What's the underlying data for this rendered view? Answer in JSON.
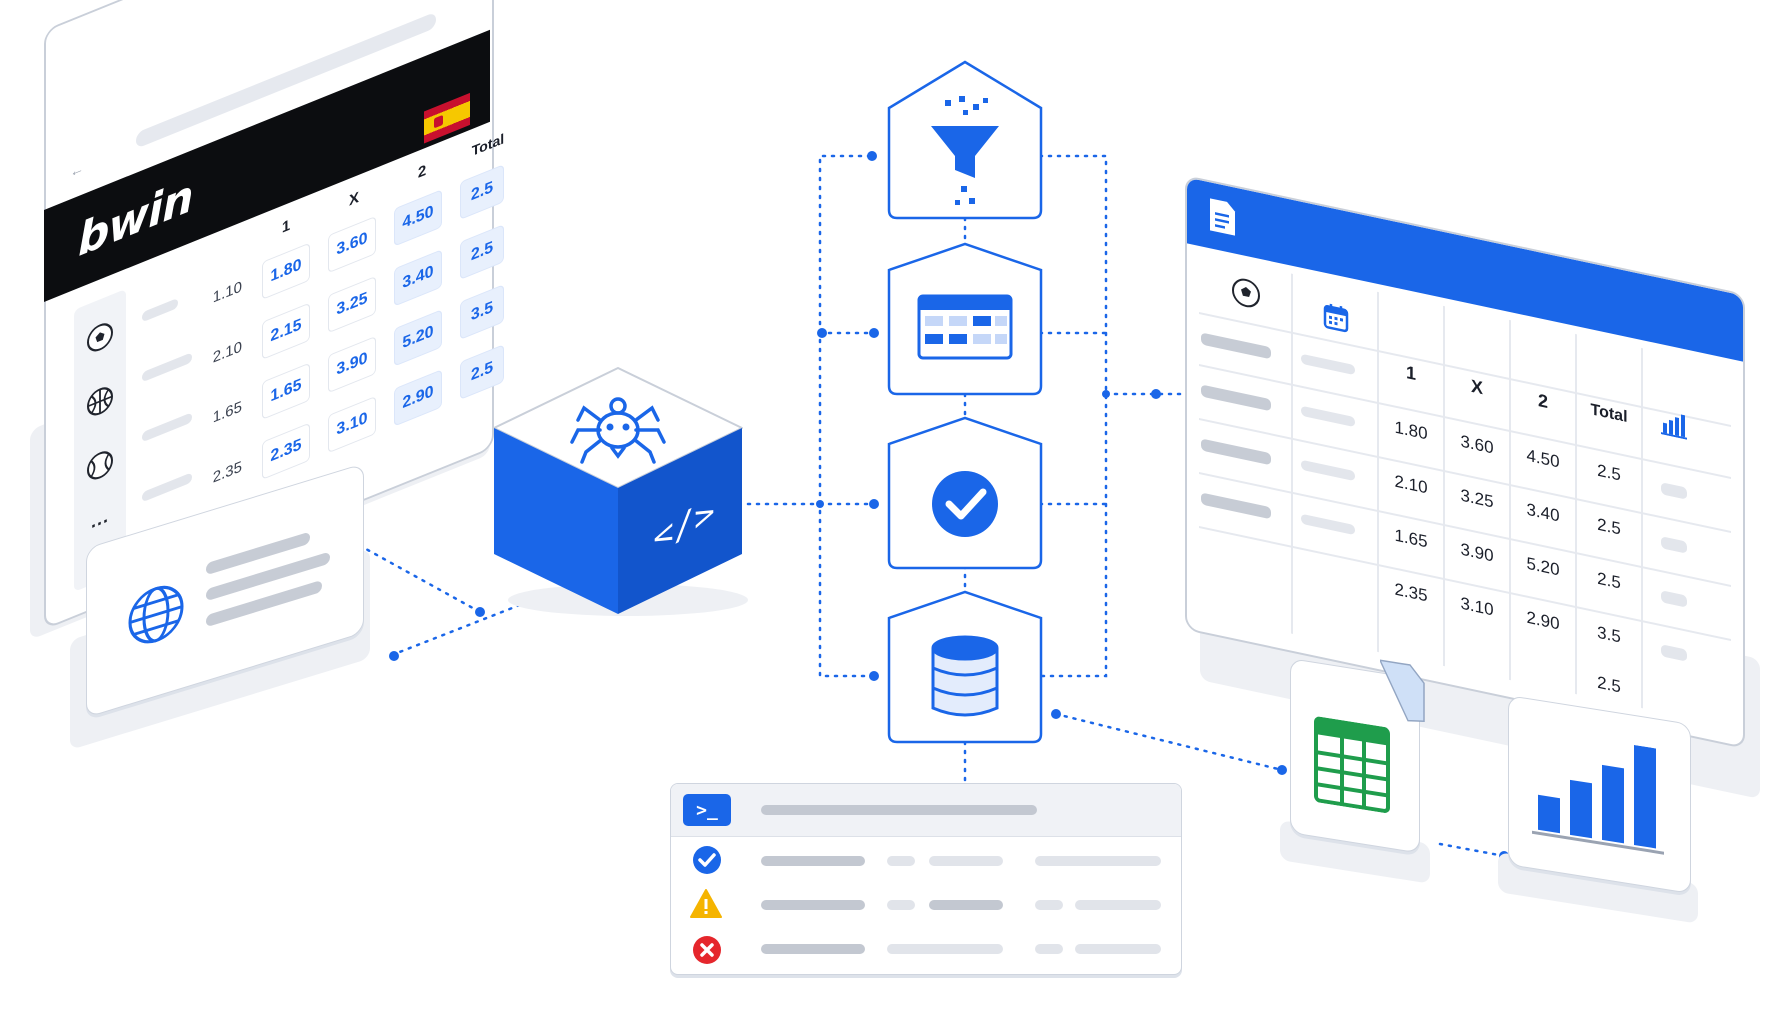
{
  "colors": {
    "accent": "#1a66e8",
    "dark_bar": "#0c0d10",
    "success": "#1a66e8",
    "warning": "#f5b400",
    "error": "#e5262c",
    "sheets_green": "#1f9d4c"
  },
  "browser": {
    "logo": "bwin",
    "nav_icon": "←",
    "menu_icon": "≡",
    "headers": [
      "1",
      "X",
      "2",
      "Total"
    ],
    "rows": [
      {
        "player": "1.10",
        "odds": [
          "1.80",
          "3.60",
          "4.50"
        ],
        "total": "2.5"
      },
      {
        "player": "2.10",
        "odds": [
          "2.15",
          "3.25",
          "3.40"
        ],
        "total": "2.5"
      },
      {
        "player": "1.65",
        "odds": [
          "1.65",
          "3.90",
          "5.20"
        ],
        "total": "3.5"
      },
      {
        "player": "2.35",
        "odds": [
          "2.35",
          "3.10",
          "2.90"
        ],
        "total": "2.5"
      }
    ],
    "sidebar_icons": [
      "soccer-ball-icon",
      "basketball-icon",
      "tennis-ball-icon",
      "more-icon"
    ],
    "more_label": "···"
  },
  "cube": {
    "code_label": "</>"
  },
  "table": {
    "headers": [
      "1",
      "X",
      "2",
      "Total"
    ],
    "rows": [
      [
        "1.80",
        "3.60",
        "4.50",
        "2.5"
      ],
      [
        "2.10",
        "3.25",
        "3.40",
        "2.5"
      ],
      [
        "1.65",
        "3.90",
        "5.20",
        "2.5"
      ],
      [
        "2.35",
        "3.10",
        "2.90",
        "3.5"
      ],
      [
        "",
        "",
        "",
        "2.5"
      ]
    ]
  },
  "terminal": {
    "prompt": ">_"
  },
  "chart_bars": [
    0.35,
    0.55,
    0.75,
    1.0
  ]
}
